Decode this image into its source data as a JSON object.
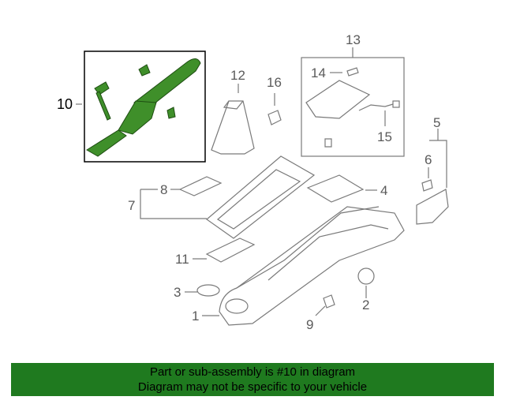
{
  "diagram": {
    "callouts": {
      "c1": "1",
      "c2": "2",
      "c3": "3",
      "c4": "4",
      "c5": "5",
      "c6": "6",
      "c7": "7",
      "c8": "8",
      "c9": "9",
      "c10": "10",
      "c11": "11",
      "c12": "12",
      "c13": "13",
      "c14": "14",
      "c15": "15",
      "c16": "16"
    },
    "highlight_color": "#2e7d1e",
    "line_color": "#7a7a7a"
  },
  "banner": {
    "line1": "Part or sub-assembly is #10 in diagram",
    "line2": "Diagram may not be specific to your vehicle",
    "background": "#1f7a1f"
  }
}
